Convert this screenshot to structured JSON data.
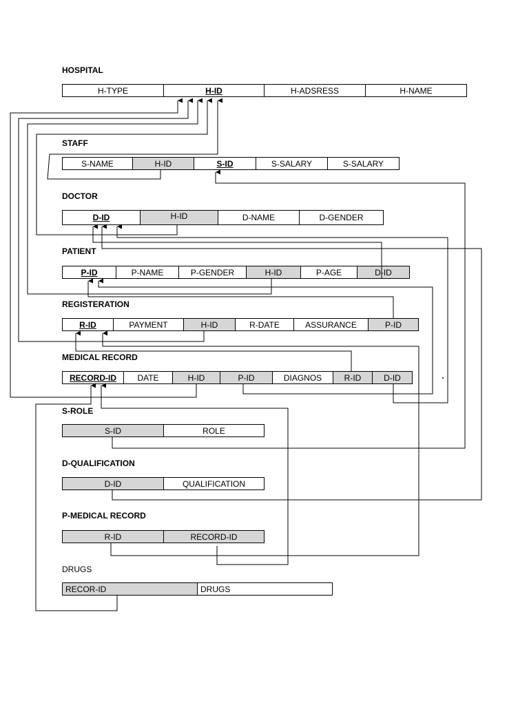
{
  "entities": [
    {
      "title": "HOSPITAL",
      "fields": [
        "H-TYPE",
        "H-ID",
        "H-ADSRESS",
        "H-NAME"
      ],
      "pk": [
        1
      ],
      "fk": []
    },
    {
      "title": "STAFF",
      "fields": [
        "S-NAME",
        "H-ID",
        "S-ID",
        "S-SALARY",
        "S-SALARY"
      ],
      "pk": [
        2
      ],
      "fk": [
        1
      ]
    },
    {
      "title": "DOCTOR",
      "fields": [
        "D-ID",
        "H-ID",
        "D-NAME",
        "D-GENDER"
      ],
      "pk": [
        0
      ],
      "fk": [
        1
      ]
    },
    {
      "title": "PATIENT",
      "fields": [
        "P-ID",
        "P-NAME",
        "P-GENDER",
        "H-ID",
        "P-AGE",
        "D-ID"
      ],
      "pk": [
        0
      ],
      "fk": [
        3,
        5
      ]
    },
    {
      "title": "REGISTERATION",
      "fields": [
        "R-ID",
        "PAYMENT",
        "H-ID",
        "R-DATE",
        "ASSURANCE",
        "P-ID"
      ],
      "pk": [
        0
      ],
      "fk": [
        2,
        5
      ]
    },
    {
      "title": "MEDICAL RECORD",
      "fields": [
        "RECORD-ID",
        "DATE",
        "H-ID",
        "P-ID",
        "DIAGNOS",
        "R-ID",
        "D-ID"
      ],
      "pk": [
        0
      ],
      "fk": [
        2,
        3,
        5,
        6
      ]
    },
    {
      "title": "S-ROLE",
      "fields": [
        "S-ID",
        "ROLE"
      ],
      "pk": [],
      "fk": [
        0
      ]
    },
    {
      "title": "D-QUALIFICATION",
      "fields": [
        "D-ID",
        "QUALIFICATION"
      ],
      "pk": [],
      "fk": [
        0
      ]
    },
    {
      "title": "P-MEDICAL RECORD",
      "fields": [
        "R-ID",
        "RECORD-ID"
      ],
      "pk": [],
      "fk": [
        0,
        1
      ]
    },
    {
      "title": "DRUGS",
      "fields": [
        "RECOR-ID",
        "DRUGS"
      ],
      "pk": [],
      "fk": [
        0
      ]
    }
  ],
  "colors": {
    "line": "#000000",
    "fk_fill": "#d6d6d6"
  }
}
